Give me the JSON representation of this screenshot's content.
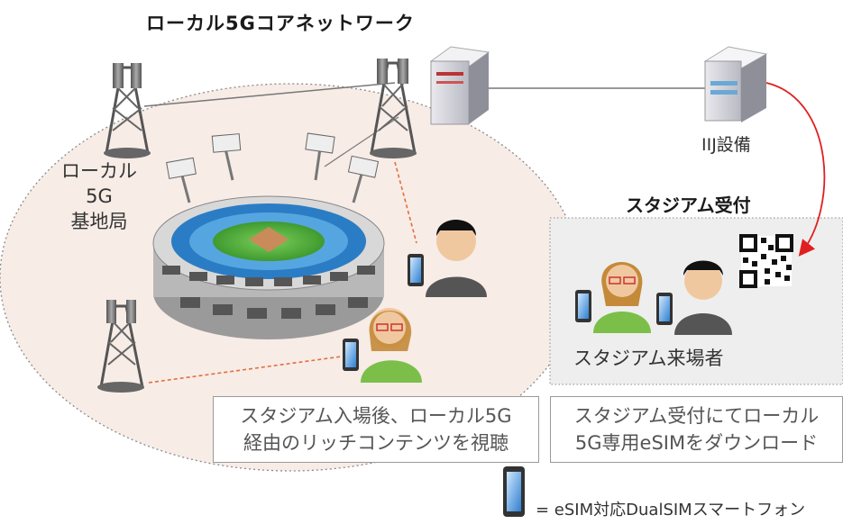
{
  "title": "ローカル5Gコアネットワーク",
  "base_station_label": [
    "ローカル5G",
    "基地局"
  ],
  "iij_label": "IIJ設備",
  "stadium_reception_title": "スタジアム受付",
  "visitors_label": "スタジアム来場者",
  "left_caption": [
    "スタジアム入場後、ローカル5G",
    "経由のリッチコンテンツを視聴"
  ],
  "right_caption": [
    "スタジアム受付にてローカル",
    "5G専用eSIMをダウンロード"
  ],
  "legend_text": "= eSIM対応DualSIMスマートフォン",
  "colors": {
    "arrow": "#e02020",
    "dashed_link": "#e07040",
    "area_fill": "#f7ece6",
    "reception_fill": "#eeeeee"
  }
}
